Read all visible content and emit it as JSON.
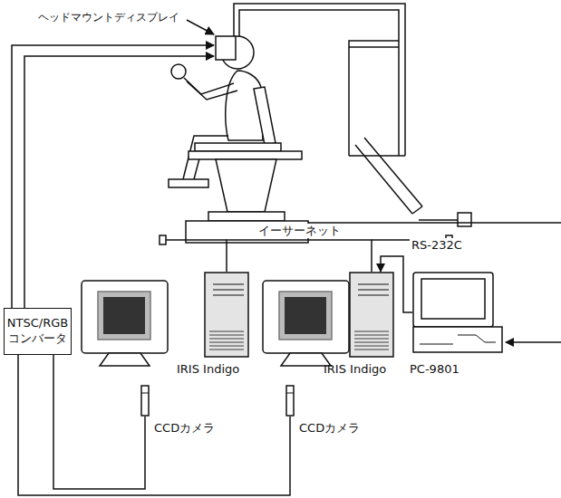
{
  "diagram": {
    "nodes": [
      {
        "text": [
          "NTSC/RGB コンバータ"
        ]
      },
      {
        "text": [
          "IRIS Indigo"
        ]
      },
      {
        "text": [
          "IRIS Indigo"
        ]
      },
      {
        "text": [
          "PC-9801"
        ]
      },
      {
        "text": [
          "CCDカメラ"
        ]
      },
      {
        "text": [
          "CCDカメラ"
        ]
      }
    ],
    "edges": [
      {
        "from": 1,
        "to": 2,
        "arrow": "none",
        "label": "イーサーネット"
      },
      {
        "from": 3,
        "to": 2,
        "arrow": "to",
        "label": "RS-232C"
      },
      {
        "from": 4,
        "to": 0,
        "arrow": "none"
      }
    ],
    "labels": [
      "ヘッドマウントディスプレイ"
    ]
  }
}
